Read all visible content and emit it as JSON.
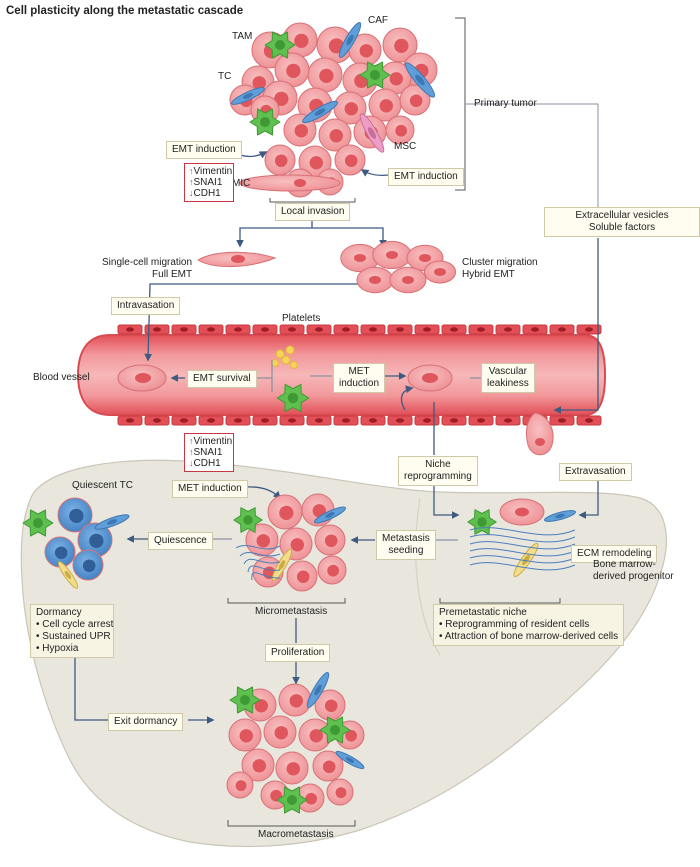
{
  "title": "Cell plasticity along the metastatic cascade",
  "colors": {
    "tumor_cell": "#f3a1a3",
    "tumor_nucleus": "#e0565d",
    "vessel": "#e9656b",
    "vessel_dark": "#d94b52",
    "organ": "#e9e7dd",
    "organ_edge": "#c9c6b8",
    "tam": "#5fbf4f",
    "caf": "#5f9ed8",
    "msc": "#ee9ec4",
    "quiescent": "#4d8fd1",
    "bm_progenitor": "#f3dd8a",
    "platelet": "#f5d25a",
    "arrow": "#3d5a80",
    "red_marker": "#c8373f"
  },
  "labels": {
    "tam": "TAM",
    "caf": "CAF",
    "tc": "TC",
    "msc": "MSC",
    "mic": "MIC",
    "primary_tumor": "Primary tumor",
    "emt_induction_left": "EMT induction",
    "emt_induction_right": "EMT induction",
    "local_invasion": "Local invasion",
    "single_cell": "Single-cell migration",
    "full_emt": "Full EMT",
    "cluster": "Cluster migration",
    "hybrid_emt": "Hybrid EMT",
    "intravasation": "Intravasation",
    "platelets": "Platelets",
    "blood_vessel": "Blood vessel",
    "emt_survival": "EMT survival",
    "met_induction_vessel": "MET\ninduction",
    "vascular_leakiness": "Vascular\nleakiness",
    "extracellular": "Extracellular vesicles\nSoluble factors",
    "extravasation": "Extravasation",
    "niche_reprogramming": "Niche\nreprogramming",
    "met_induction_organ": "MET induction",
    "quiescent_tc": "Quiescent TC",
    "quiescence": "Quiescence",
    "metastasis_seeding": "Metastasis\nseeding",
    "ecm_remodeling": "ECM remodeling",
    "bm_progenitor": "Bone marrow-\nderived progenitor",
    "dormancy_title": "Dormancy",
    "micrometastasis": "Micrometastasis",
    "premetastatic_title": "Premetastatic niche",
    "proliferation": "Proliferation",
    "exit_dormancy": "Exit dormancy",
    "macrometastasis": "Macrometastasis"
  },
  "dormancy_items": [
    "Cell cycle arrest",
    "Sustained UPR",
    "Hypoxia"
  ],
  "premetastatic_items": [
    "Reprogramming of resident cells",
    "Attraction of bone marrow-derived cells"
  ],
  "markers_top": [
    {
      "arrow": "↑",
      "gene": "Vimentin"
    },
    {
      "arrow": "↑",
      "gene": "SNAI1"
    },
    {
      "arrow": "↓",
      "gene": "CDH1"
    }
  ],
  "markers_bottom": [
    {
      "arrow": "↑",
      "gene": "Vimentin"
    },
    {
      "arrow": "↑",
      "gene": "SNAI1"
    },
    {
      "arrow": "↓",
      "gene": "CDH1"
    }
  ]
}
